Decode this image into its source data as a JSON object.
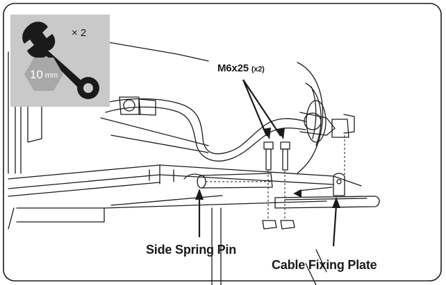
{
  "tool": {
    "icon": "wrench-icon",
    "quantity_label": "× 2",
    "size_value": "10",
    "size_unit": "mm"
  },
  "labels": {
    "bolt_name": "M6x25",
    "bolt_qty": "(x2)",
    "side_spring_pin": "Side Spring Pin",
    "cable_fixing_plate": "Cable Fixing Plate"
  },
  "colors": {
    "badge_background": "#c9c9c9",
    "hex_fill": "#a8a8a8",
    "line_art": "#1a1a1a"
  }
}
